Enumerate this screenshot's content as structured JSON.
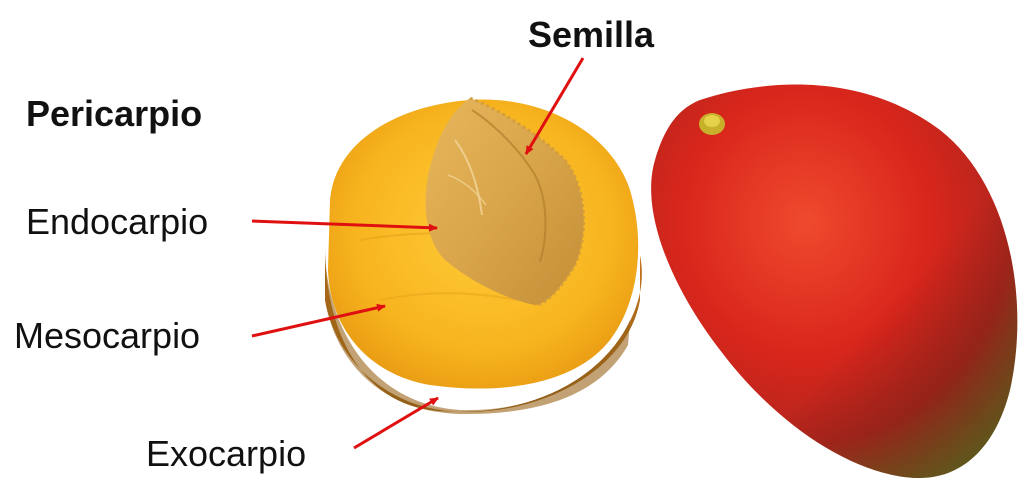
{
  "labels": {
    "semilla": "Semilla",
    "pericarpio": "Pericarpio",
    "endocarpio": "Endocarpio",
    "mesocarpio": "Mesocarpio",
    "exocarpio": "Exocarpio"
  },
  "colors": {
    "arrow": "#e01010",
    "flesh": "#f7b41e",
    "skin_red": "#d42a1f",
    "skin_green": "#8a8a2a",
    "seed": "#e2b35a",
    "text": "#111111"
  }
}
